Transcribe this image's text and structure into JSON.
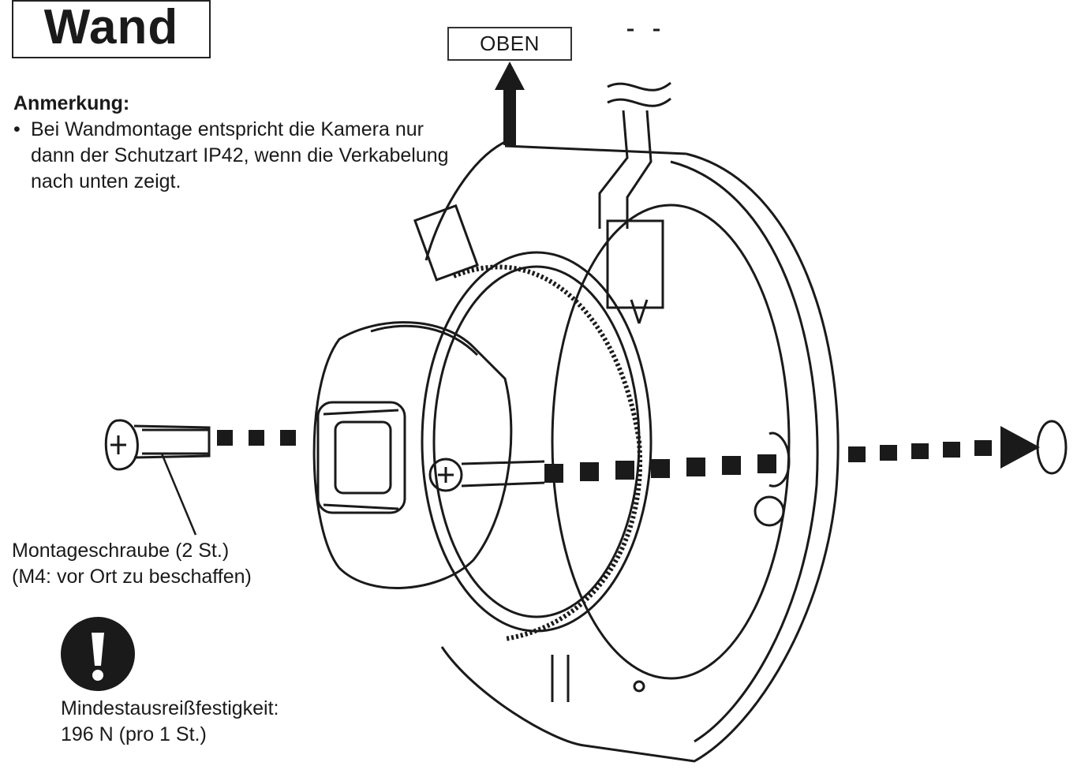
{
  "title": "Wand",
  "direction_label": "OBEN",
  "note": {
    "heading": "Anmerkung:",
    "bullet": "•",
    "text": "Bei Wandmontage entspricht die Kamera nur dann der Schutzart IP42, wenn die Verkabelung nach unten zeigt."
  },
  "screw": {
    "line1": "Montageschraube (2 St.)",
    "line2": "(M4: vor Ort zu beschaffen)"
  },
  "strength": {
    "line1": "Mindestausreißfestigkeit:",
    "line2": "196 N (pro 1 St.)"
  },
  "icons": [
    "warning-icon",
    "screw-icon",
    "arrow-up-icon",
    "arrow-right-icon",
    "camera-illustration",
    "wall-hole-icon"
  ],
  "colors": {
    "ink": "#1a1a1a",
    "background": "#ffffff"
  }
}
